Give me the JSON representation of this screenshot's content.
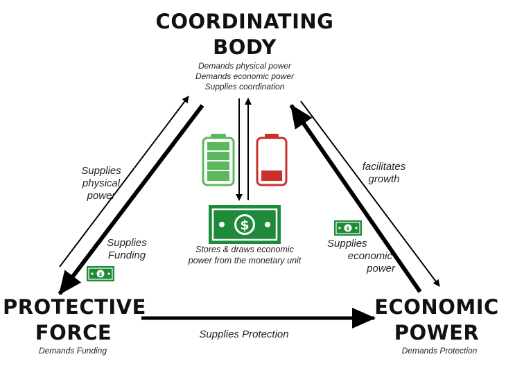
{
  "nodes": {
    "coordinating": {
      "title_lines": [
        "COORDINATING",
        "BODY"
      ],
      "sub_lines": [
        "Demands physical power",
        "Demands economic power",
        "Supplies coordination"
      ]
    },
    "protective": {
      "title_lines": [
        "PROTECTIVE",
        "FORCE"
      ],
      "sub": "Demands Funding"
    },
    "economic": {
      "title_lines": [
        "ECONOMIC",
        "POWER"
      ],
      "sub": "Demands Protection"
    }
  },
  "edges": {
    "supplies_physical_power": [
      "Supplies",
      "physical",
      "power"
    ],
    "supplies_funding": [
      "Supplies",
      "Funding"
    ],
    "facilitates_growth": [
      "facilitates",
      "growth"
    ],
    "supplies_economic_power": [
      "Supplies",
      "economic",
      "power"
    ],
    "supplies_protection": "Supplies Protection"
  },
  "center": {
    "caption_lines": [
      "Stores & draws economic",
      "power from the monetary unit"
    ]
  },
  "icons": [
    "battery-full-icon",
    "battery-low-icon",
    "banknote-icon"
  ],
  "colors": {
    "money_green": "#1f8a3a",
    "battery_green": "#5cb85c",
    "battery_red": "#c9302c",
    "arrow": "#000000"
  }
}
